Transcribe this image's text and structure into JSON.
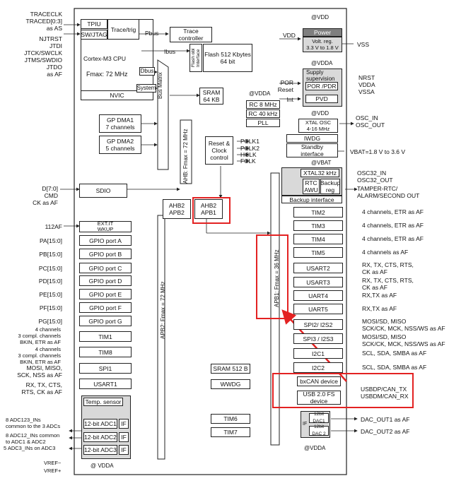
{
  "left_signals": {
    "trace": "TRACECLK\nTRACED[0:3]\nas AS",
    "jtag": "NJTRST\nJTDI\nJTCK/SWCLK\nJTMS/SWDIO\nJTDO\nas AF",
    "sdio": "D[7:0]\nCMD\nCK as AF",
    "af112": "112AF",
    "pa": "PA[15:0]",
    "pb": "PB[15:0]",
    "pc": "PC[15:0]",
    "pd": "PD[15:0]",
    "pe": "PE[15:0]",
    "pf": "PF[15:0]",
    "pg": "PG[15:0]",
    "tim1": "4 channels\n3 compl. channels\nBKIN, ETR as AF",
    "tim8": "4 channels\n3 compl. channels\nBKIN, ETR as AF",
    "spi1": "MOSI, MISO,\nSCK, NSS as AF",
    "usart1": "RX, TX, CTS,\nRTS, CK as AF",
    "adc1": "8 ADC123_INs\ncommon to the 3 ADCs",
    "adc2": "8 ADC12_INs common\nto ADC1 & ADC2",
    "adc3": "5 ADC3_INs on ADC3",
    "vref": "VREF−\nVREF+"
  },
  "blocks": {
    "tpiu": "TPIU",
    "swjtag": "SW/JTAG",
    "trace_trig": "Trace/trig",
    "cpu": "Cortex-M3 CPU",
    "fmax": "Fmax: 72 MHz",
    "nvic": "NVIC",
    "pbus": "Pbus",
    "trace_ctrl": "Trace\ncontroller",
    "ibus": "Ibus",
    "flash_if": "Flash obl Interface",
    "flash": "Flash 512 Kbytes\n64 bit",
    "dbus": "Dbus",
    "system": "System",
    "bus_matrix": "Bus Matrix",
    "sram": "SRAM\n64 KB",
    "gpdma1": "GP DMA1\n7 channels",
    "gpdma2": "GP DMA2\n5 channels",
    "ahb_label": "AHB: Fmax = 72 MHz",
    "sdio": "SDIO",
    "ahb2apb2": "AHB2\nAPB2",
    "ahb2apb1": "AHB2\nAPB1",
    "rc8": "RC 8 MHz",
    "rc40": "RC 40 kHz",
    "pll": "PLL",
    "reset_clock": "Reset &\nClock\ncontrol",
    "pclk1": "PCLK1",
    "pclk2": "PCLK2",
    "hclk": "HCLK",
    "fclk": "FCLK",
    "vdda_rc": "@VDDA",
    "power": "Power",
    "volt_reg": "Volt. reg.\n3.3 V to 1.8 V",
    "vdd_top": "@VDD",
    "vdd_pin": "VDD",
    "vss_pin": "VSS",
    "vdda_sup": "@VDDA",
    "supply": "Supply\nsupervision",
    "por_pdr": "POR /PDR",
    "pvd": "PVD",
    "por_in": "POR\nReset",
    "int_in": "Int",
    "nrst": "NRST\nVDDA\nVSSA",
    "vdd_osc": "@VDD",
    "xtal_osc": "XTAL OSC\n4-16 MHz",
    "iwdg": "IWDG",
    "standby": "Standby\ninterface",
    "osc": "OSC_IN\nOSC_OUT",
    "vbat_label": "VBAT=1.8 V to 3.6 V",
    "vbat_at": "@VBAT",
    "xtal32": "XTAL32 kHz",
    "rtc": "RTC\nAWU",
    "backup_reg": "Backup\nreg",
    "backup_if": "Backup interface",
    "osc32": "OSC32_IN\nOSC32_OUT",
    "tamper": "TAMPER-RTC/\nALARM/SECOND OUT",
    "apb1_label": "APB1: Fmax = 36 MHz",
    "apb2_label": "APB2: Fmax = 72 MHz",
    "exti": "EXT.IT\nWKUP",
    "gpio_a": "GPIO port A",
    "gpio_b": "GPIO port B",
    "gpio_c": "GPIO port C",
    "gpio_d": "GPIO port D",
    "gpio_e": "GPIO port E",
    "gpio_f": "GPIO port F",
    "gpio_g": "GPIO port G",
    "tim1": "TIM1",
    "tim8": "TIM8",
    "spi1": "SPI1",
    "usart1": "USART1",
    "temp": "Temp. sensor",
    "adc1": "12-bit ADC1",
    "adc2": "12-bit ADC2",
    "adc3": "12-bit ADC3",
    "if": "IF",
    "vdda_bottom": "@ VDDA",
    "tim2": "TIM2",
    "tim3": "TIM3",
    "tim4": "TIM4",
    "tim5": "TIM5",
    "usart2": "USART2",
    "usart3": "USART3",
    "uart4": "UART4",
    "uart5": "UART5",
    "spi2": "SPI2/ I2S2",
    "spi3": "SPI3 / I2S3",
    "i2c1": "I2C1",
    "i2c2": "I2C2",
    "sram512": "SRAM 512 B",
    "wwdg": "WWDG",
    "bxcan": "bxCAN device",
    "usb": "USB 2.0 FS\ndevice",
    "tim6": "TIM6",
    "tim7": "TIM7",
    "dac1": "12bit DAC1",
    "dac2": "12bit DAC 2",
    "dac_if": "IF",
    "vdda_dac": "@VDDA"
  },
  "right_signals": {
    "tim2": "4 channels, ETR as AF",
    "tim3": "4 channels, ETR as AF",
    "tim4": "4 channels, ETR as AF",
    "tim5": "4 channels as AF",
    "usart2": "RX, TX, CTS, RTS,\nCK as AF",
    "usart3": "RX, TX, CTS, RTS,\nCK as AF",
    "uart4": "RX,TX as AF",
    "uart5": "RX,TX as AF",
    "spi2": "MOSI/SD, MISO\nSCK/CK, MCK, NSS/WS as AF",
    "spi3": "MOSI/SD, MISO\nSCK/CK, MCK, NSS/WS as AF",
    "i2c1": "SCL, SDA, SMBA as AF",
    "i2c2": "SCL, SDA, SMBA as AF",
    "usb": "USBDP/CAN_TX\nUSBDM/CAN_RX",
    "dac1": "DAC_OUT1 as AF",
    "dac2": "DAC_OUT2 as AF"
  }
}
